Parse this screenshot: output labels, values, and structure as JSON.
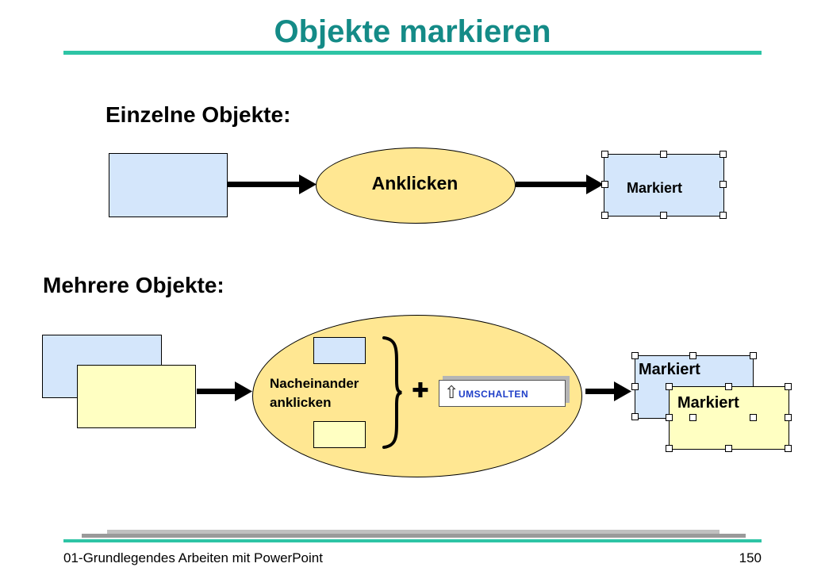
{
  "slide": {
    "title": "Objekte markieren",
    "footer_left": "01-Grundlegendes Arbeiten mit PowerPoint",
    "page_number": "150"
  },
  "single": {
    "heading": "Einzelne Objekte:",
    "action_label": "Anklicken",
    "result_label": "Markiert"
  },
  "multi": {
    "heading": "Mehrere Objekte:",
    "action_label_line1": "Nacheinander",
    "action_label_line2": "anklicken",
    "plus_symbol": "✚",
    "key_icon": "⇧",
    "key_label": "UMSCHALTEN",
    "result_label_1": "Markiert",
    "result_label_2": "Markiert"
  },
  "colors": {
    "title": "#148b87",
    "accent_rule": "#2ec4a5",
    "box_blue": "#d4e6fb",
    "box_yellow": "#ffffc2",
    "ellipse_fill": "#ffe792",
    "key_label": "#1e3ec8"
  }
}
